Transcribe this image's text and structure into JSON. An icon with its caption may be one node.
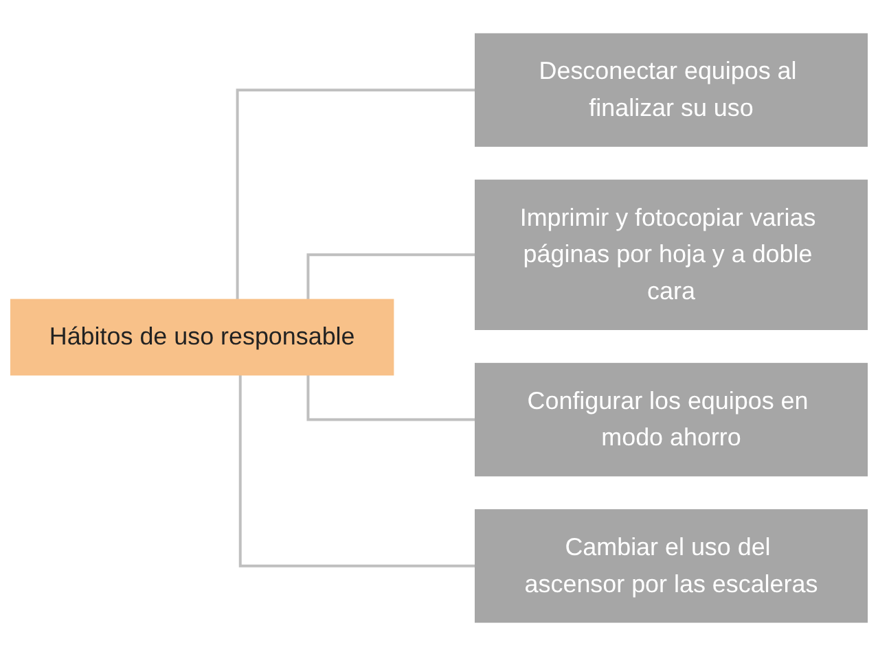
{
  "diagram": {
    "nodes": [
      {
        "text": [
          "Hábitos de uso responsable"
        ]
      },
      {
        "text": [
          "Desconectar equipos al finalizar su uso"
        ]
      },
      {
        "text": [
          "Imprimir y fotocopiar varias páginas por hoja y a doble cara"
        ]
      },
      {
        "text": [
          "Configurar los equipos en modo ahorro"
        ]
      },
      {
        "text": [
          "Cambiar el uso del ascensor por las escaleras"
        ]
      }
    ],
    "edges": [
      {
        "from": 0,
        "to": 1,
        "arrow": "none"
      },
      {
        "from": 0,
        "to": 2,
        "arrow": "none"
      },
      {
        "from": 0,
        "to": 3,
        "arrow": "none"
      },
      {
        "from": 0,
        "to": 4,
        "arrow": "none"
      }
    ]
  }
}
